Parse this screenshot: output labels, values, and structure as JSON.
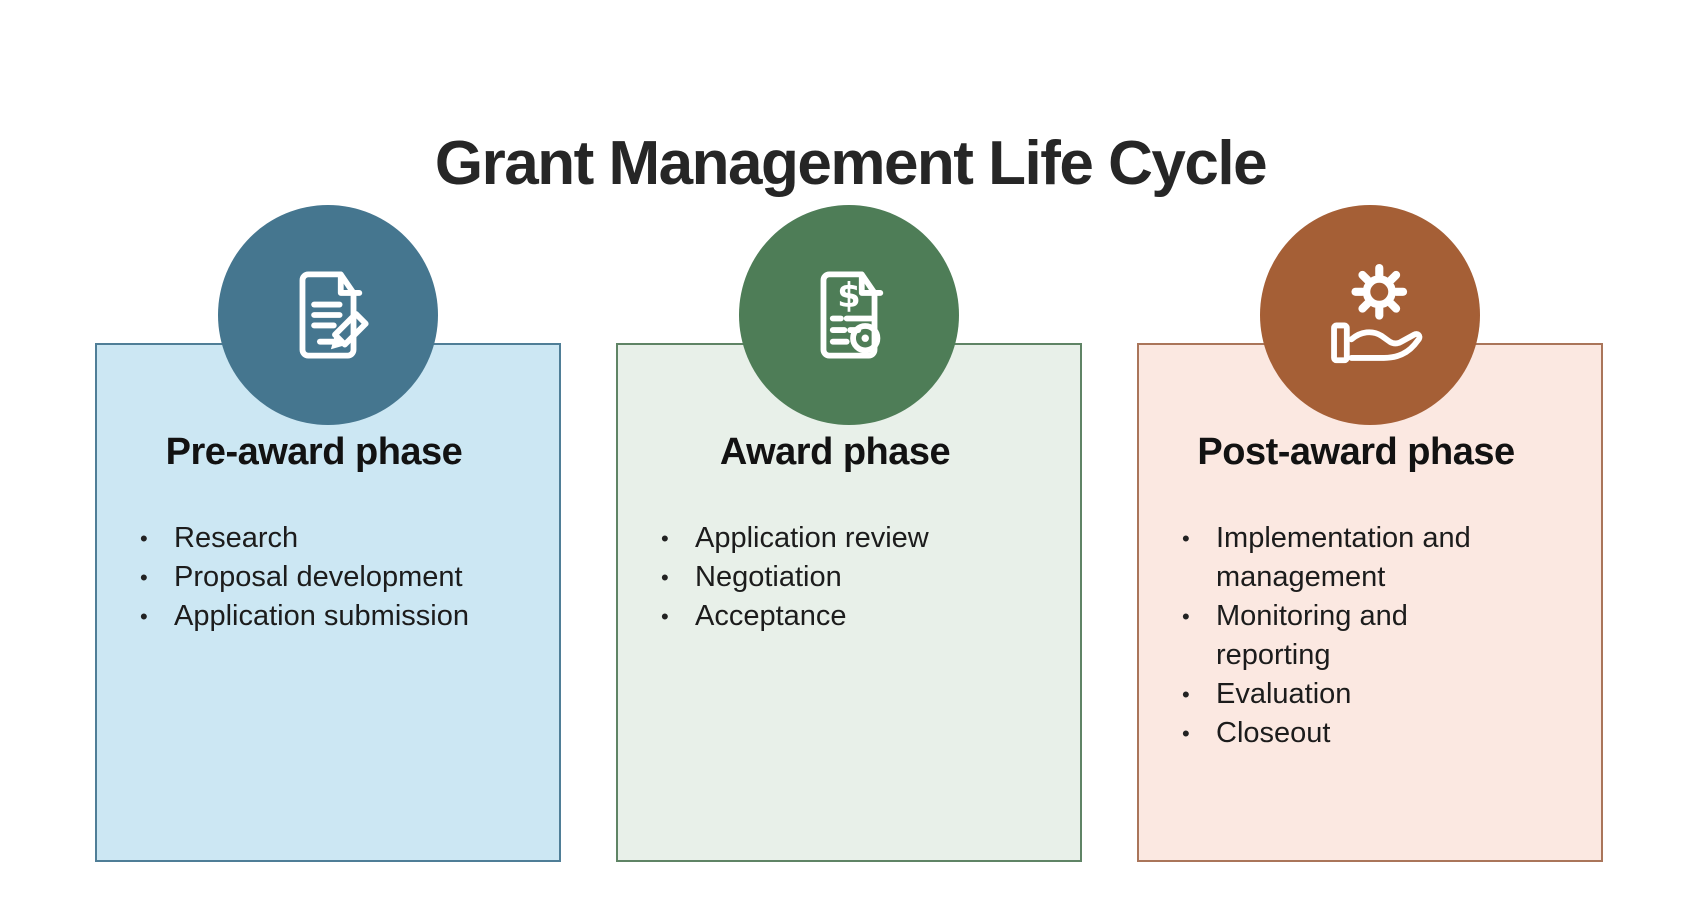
{
  "title": "Grant Management Life Cycle",
  "phases": [
    {
      "name": "Pre-award phase",
      "icon": "document-pencil-icon",
      "circle_color": "#45768F",
      "box_fill": "#CCE7F3",
      "box_border": "#4F7E97",
      "items": [
        "Research",
        "Proposal development",
        "Application submission"
      ]
    },
    {
      "name": "Award phase",
      "icon": "dollar-document-icon",
      "circle_color": "#4E7D57",
      "box_fill": "#E8F0E9",
      "box_border": "#5F8465",
      "items": [
        "Application review",
        "Negotiation",
        "Acceptance"
      ]
    },
    {
      "name": "Post-award phase",
      "icon": "gear-hand-icon",
      "circle_color": "#A55F36",
      "box_fill": "#FBE8E1",
      "box_border": "#AA755A",
      "items": [
        "Implementation and\nmanagement",
        "Monitoring and\nreporting",
        "Evaluation",
        "Closeout"
      ]
    }
  ]
}
